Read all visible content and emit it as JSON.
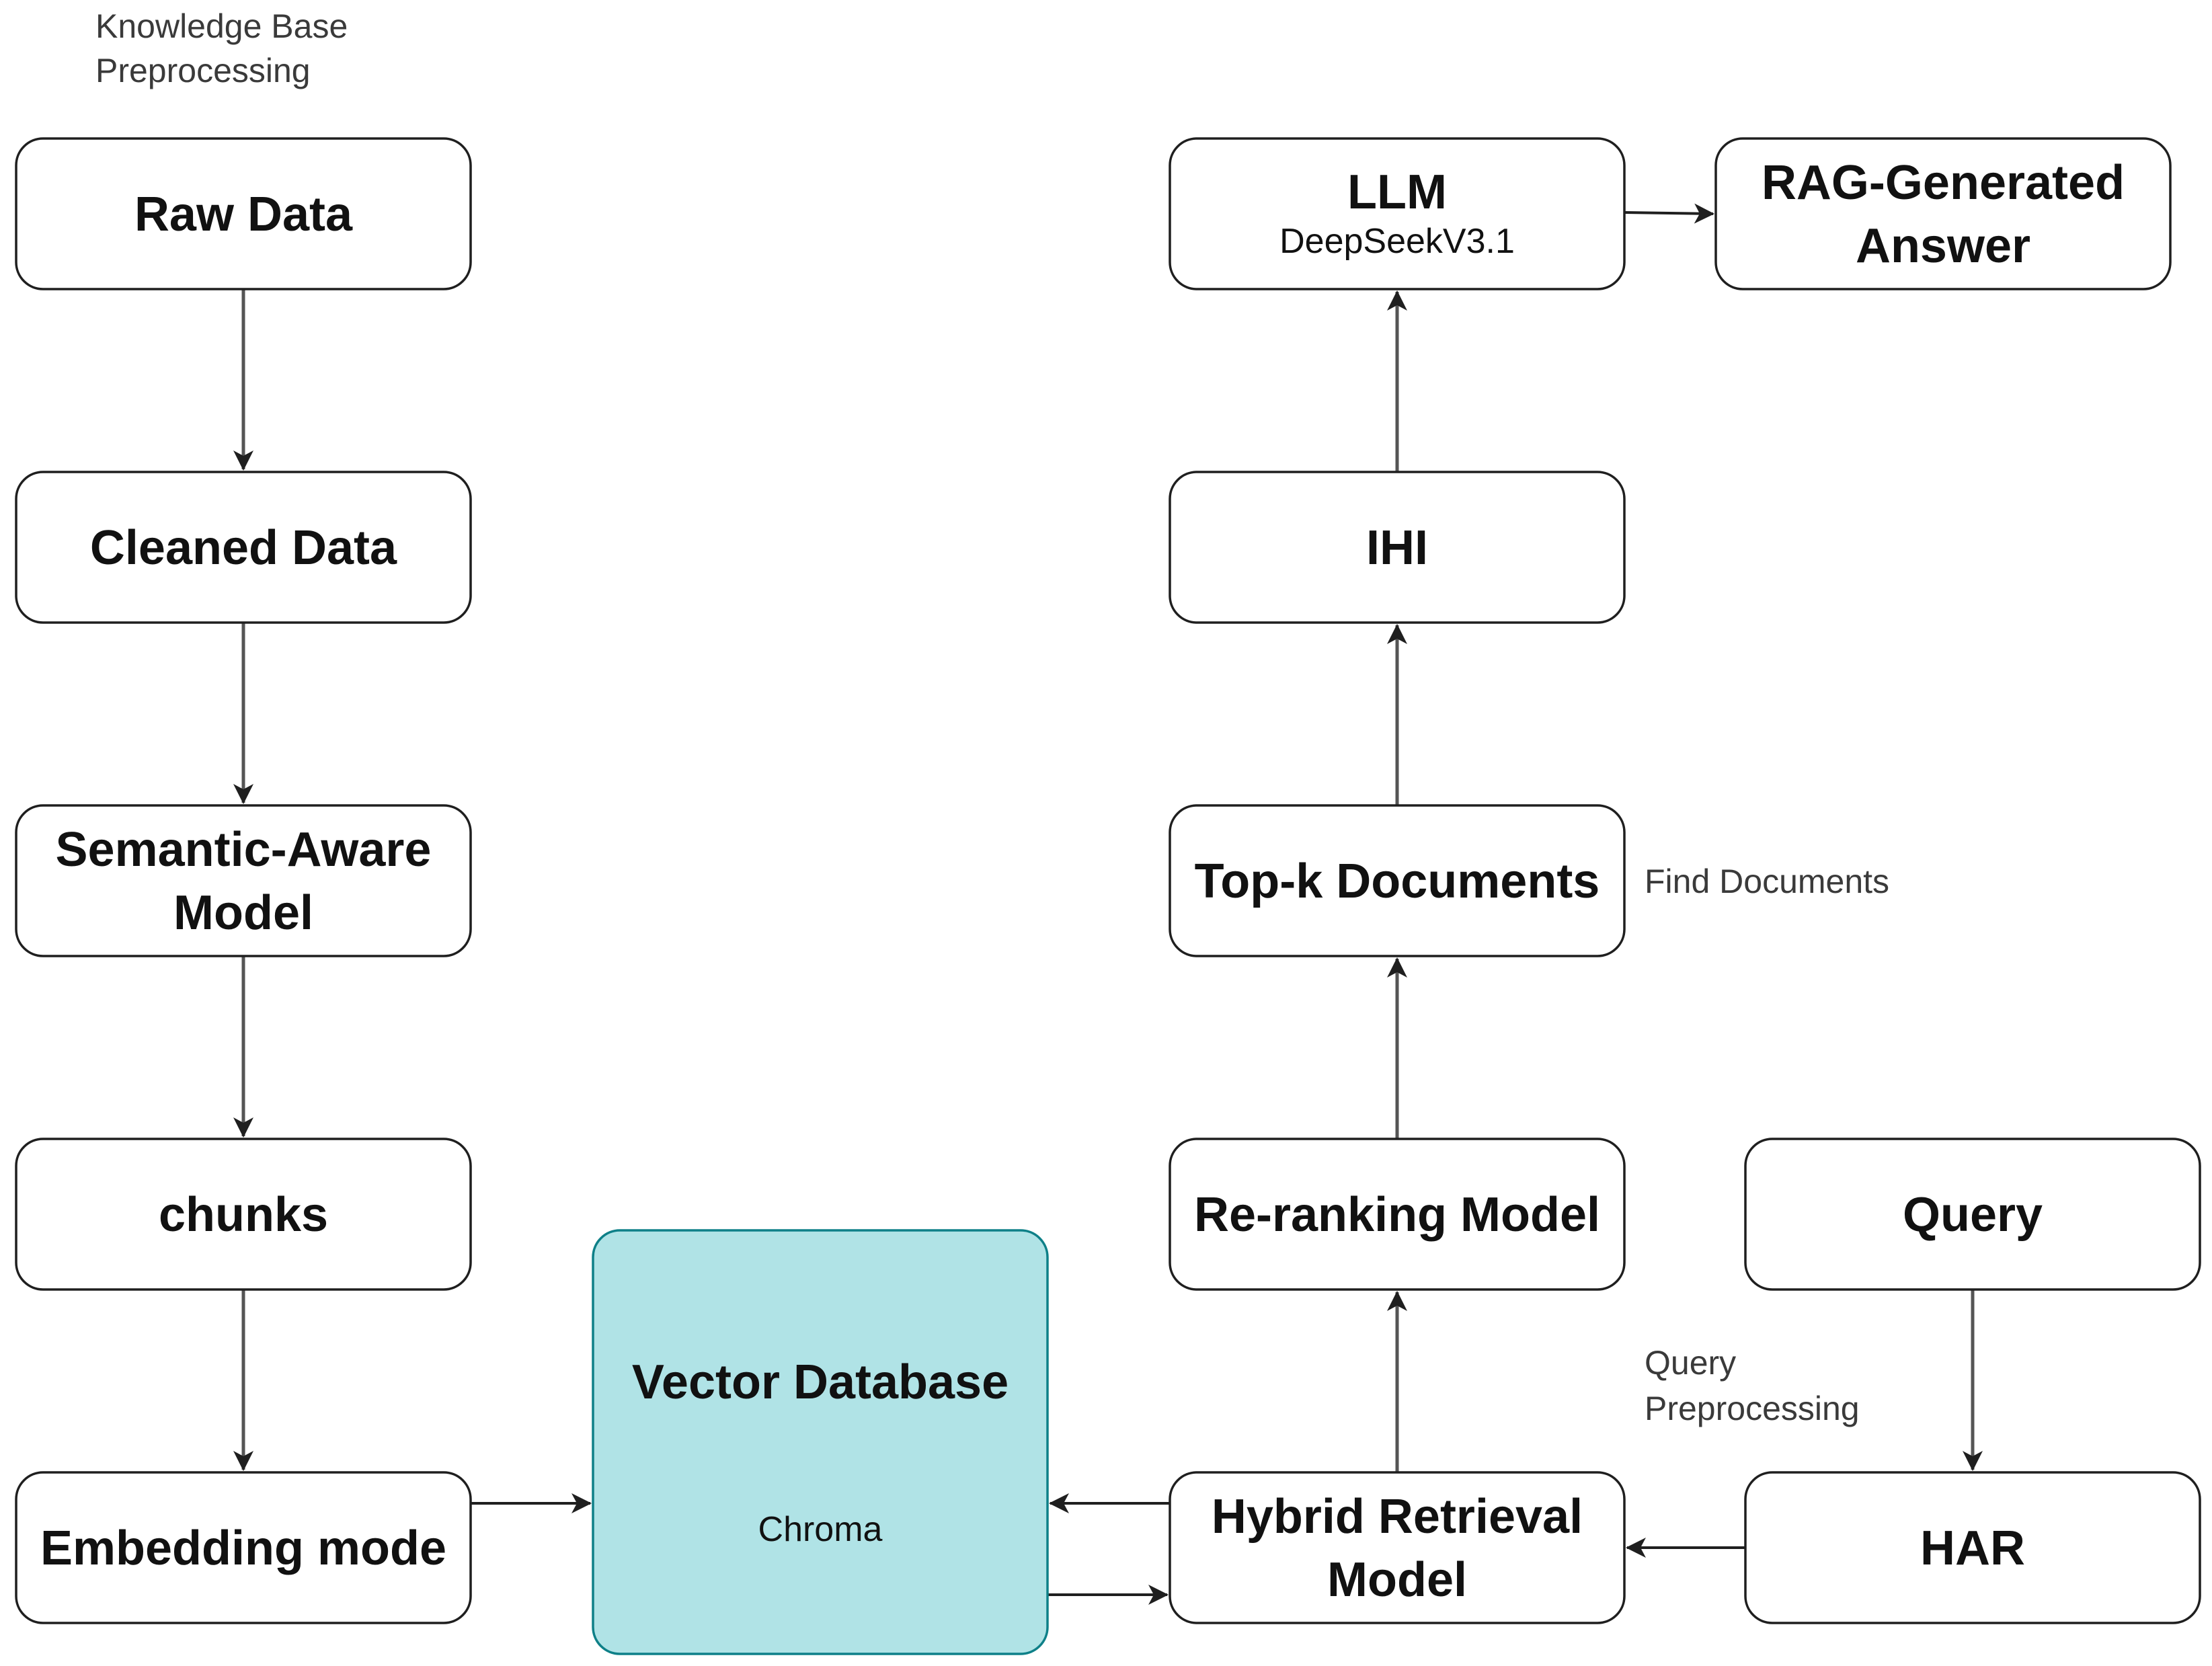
{
  "notes": {
    "knowledge_base": [
      "Knowledge Base",
      "Preprocessing"
    ],
    "find_documents": "Find Documents",
    "query_preprocessing": [
      "Query",
      "Preprocessing"
    ]
  },
  "nodes": {
    "raw_data": {
      "lines": [
        "Raw Data"
      ]
    },
    "cleaned_data": {
      "lines": [
        "Cleaned Data"
      ]
    },
    "semantic_model": {
      "lines": [
        "Semantic-Aware",
        "Model"
      ]
    },
    "chunks": {
      "lines": [
        "chunks"
      ]
    },
    "embedding": {
      "lines": [
        "Embedding mode"
      ]
    },
    "vector_db": {
      "lines": [
        "Vector  Database"
      ],
      "sub": "Chroma",
      "fill": "#b0e3e6",
      "stroke": "#0e8088"
    },
    "hybrid": {
      "lines": [
        "Hybrid Retrieval",
        "Model"
      ]
    },
    "har": {
      "lines": [
        "HAR"
      ]
    },
    "query": {
      "lines": [
        "Query"
      ]
    },
    "reranking": {
      "lines": [
        "Re-ranking Model"
      ]
    },
    "topk": {
      "lines": [
        "Top-k Documents"
      ]
    },
    "ihi": {
      "lines": [
        "IHI"
      ]
    },
    "llm": {
      "lines": [
        "LLM"
      ],
      "sub": "DeepSeekV3.1"
    },
    "answer": {
      "lines": [
        "RAG-Generated",
        "Answer"
      ]
    }
  },
  "edges": [
    {
      "from": "raw_data",
      "to": "cleaned_data"
    },
    {
      "from": "cleaned_data",
      "to": "semantic_model"
    },
    {
      "from": "semantic_model",
      "to": "chunks"
    },
    {
      "from": "chunks",
      "to": "embedding"
    },
    {
      "from": "embedding",
      "to": "vector_db"
    },
    {
      "from": "hybrid",
      "to": "vector_db"
    },
    {
      "from": "vector_db",
      "to": "hybrid"
    },
    {
      "from": "query",
      "to": "har"
    },
    {
      "from": "har",
      "to": "hybrid"
    },
    {
      "from": "hybrid",
      "to": "reranking"
    },
    {
      "from": "reranking",
      "to": "topk"
    },
    {
      "from": "topk",
      "to": "ihi"
    },
    {
      "from": "ihi",
      "to": "llm"
    },
    {
      "from": "llm",
      "to": "answer"
    }
  ]
}
